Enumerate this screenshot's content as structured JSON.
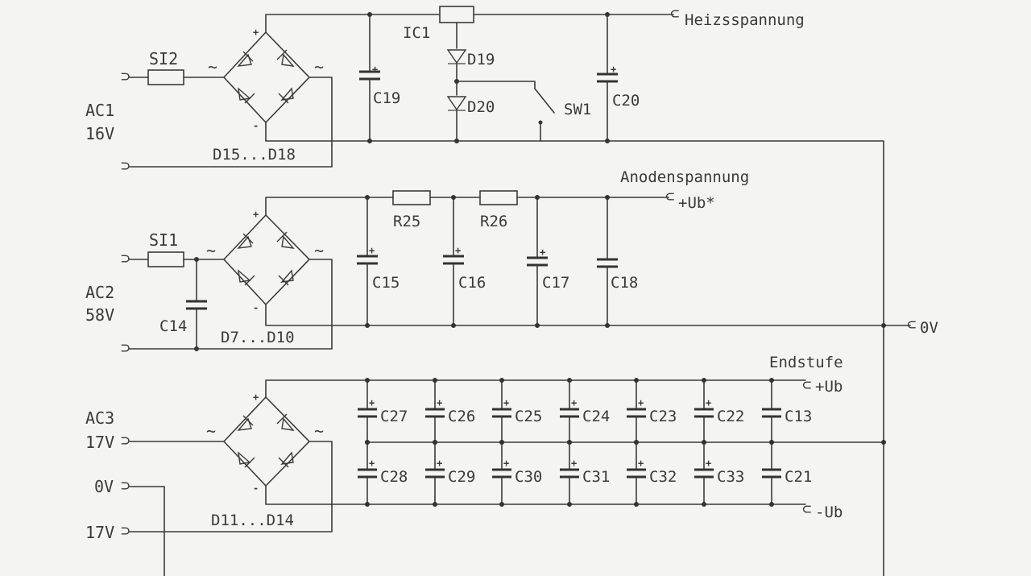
{
  "section1": {
    "fuse": "SI2",
    "input_name": "AC1",
    "input_voltage": "16V",
    "bridge": "D15...D18",
    "cap_a": "C19",
    "regulator": "IC1",
    "diode_a": "D19",
    "diode_b": "D20",
    "switch": "SW1",
    "cap_b": "C20",
    "output": "Heizsspannung"
  },
  "section2": {
    "fuse": "SI1",
    "input_name": "AC2",
    "input_voltage": "58V",
    "cap_in": "C14",
    "bridge": "D7...D10",
    "res_a": "R25",
    "res_b": "R26",
    "caps": [
      "C15",
      "C16",
      "C17",
      "C18"
    ],
    "title": "Anodenspannung",
    "output": "+Ub*",
    "ground": "0V"
  },
  "section3": {
    "title": "Endstufe",
    "input_name": "AC3",
    "input_voltage": "17V",
    "tap_0v": "0V",
    "tap_17v": "17V",
    "bridge": "D11...D14",
    "caps_top": [
      "C27",
      "C26",
      "C25",
      "C24",
      "C23",
      "C22",
      "C13"
    ],
    "caps_bottom": [
      "C28",
      "C29",
      "C30",
      "C31",
      "C32",
      "C33",
      "C21"
    ],
    "out_pos": "+Ub",
    "out_neg": "-Ub"
  },
  "symbols": {
    "pos": "+",
    "neg": "-",
    "ac": "~"
  }
}
